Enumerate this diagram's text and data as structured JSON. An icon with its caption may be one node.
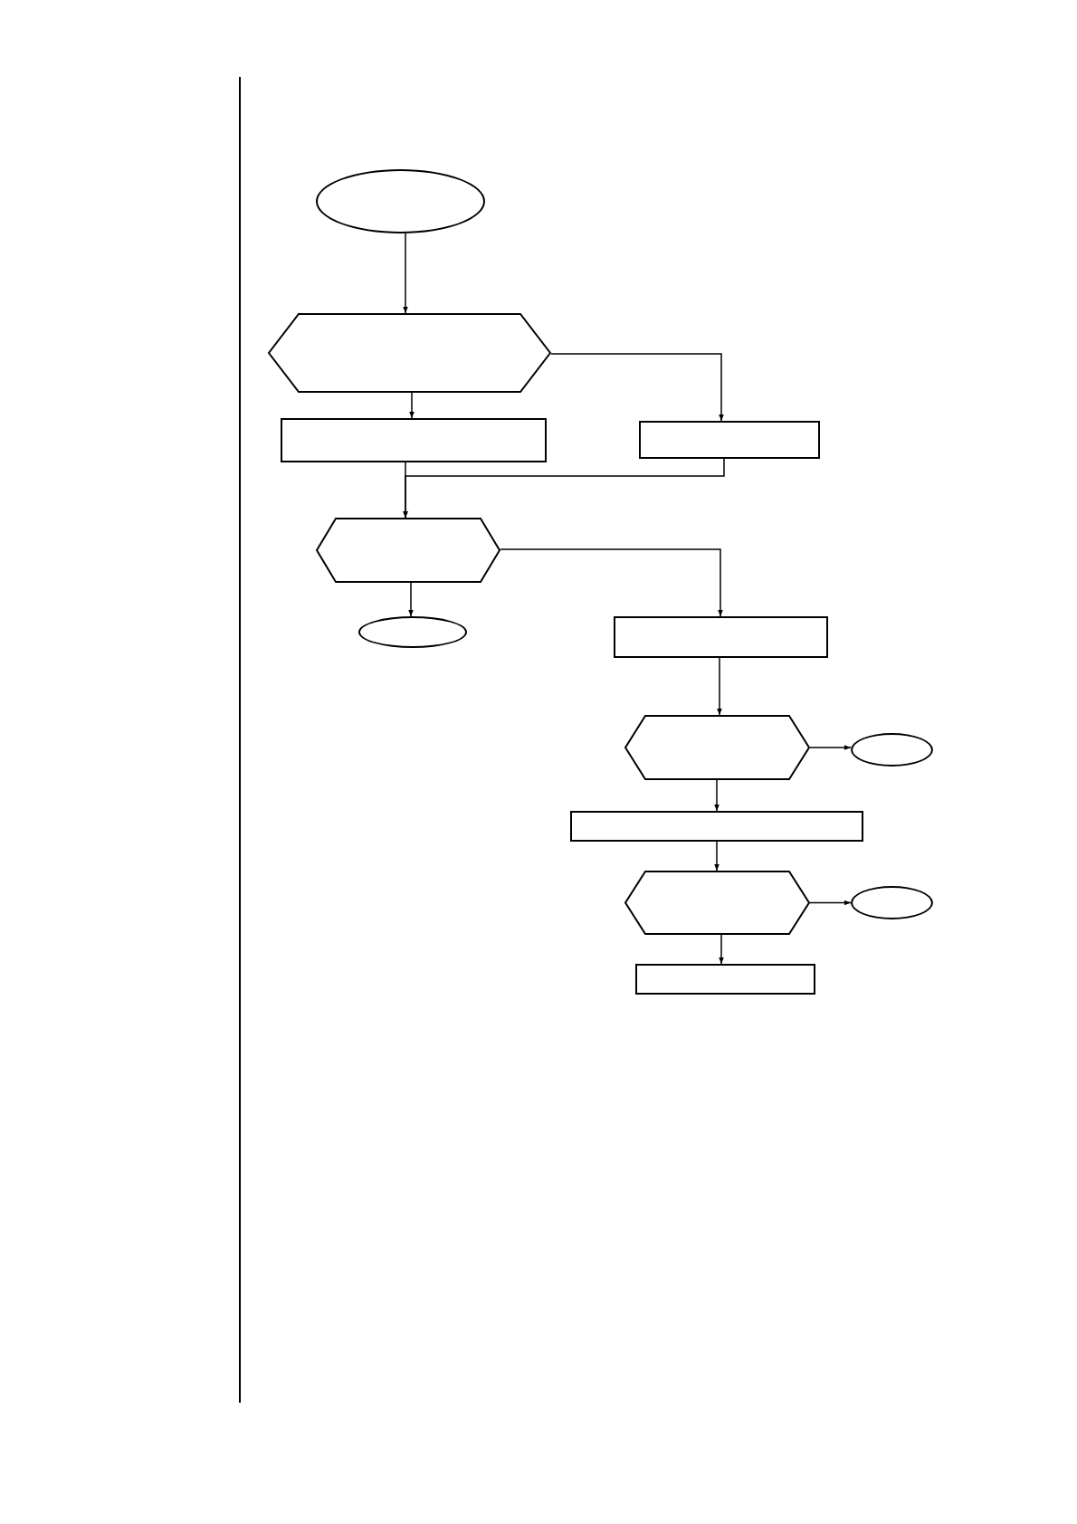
{
  "diagram": {
    "nodes": [
      {
        "text": [],
        "shape": "ellipse"
      },
      {
        "text": [],
        "shape": "hexagon"
      },
      {
        "text": [],
        "shape": "box"
      },
      {
        "text": [],
        "shape": "box"
      },
      {
        "text": [],
        "shape": "hexagon"
      },
      {
        "text": [],
        "shape": "ellipse"
      },
      {
        "text": [],
        "shape": "box"
      },
      {
        "text": [],
        "shape": "hexagon"
      },
      {
        "text": [],
        "shape": "ellipse"
      },
      {
        "text": [],
        "shape": "box"
      },
      {
        "text": [],
        "shape": "hexagon"
      },
      {
        "text": [],
        "shape": "ellipse"
      },
      {
        "text": [],
        "shape": "box"
      }
    ],
    "edges": [
      {
        "from": 0,
        "to": 1,
        "arrow": "to"
      },
      {
        "from": 1,
        "to": 2,
        "arrow": "to"
      },
      {
        "from": 1,
        "to": 3,
        "arrow": "to"
      },
      {
        "from": 2,
        "to": 4,
        "arrow": "to"
      },
      {
        "from": 3,
        "to": 4,
        "arrow": "to"
      },
      {
        "from": 4,
        "to": 5,
        "arrow": "to"
      },
      {
        "from": 4,
        "to": 6,
        "arrow": "to"
      },
      {
        "from": 6,
        "to": 7,
        "arrow": "to"
      },
      {
        "from": 7,
        "to": 8,
        "arrow": "to"
      },
      {
        "from": 7,
        "to": 9,
        "arrow": "to"
      },
      {
        "from": 9,
        "to": 10,
        "arrow": "to"
      },
      {
        "from": 10,
        "to": 11,
        "arrow": "to"
      },
      {
        "from": 10,
        "to": 12,
        "arrow": "to"
      }
    ]
  }
}
